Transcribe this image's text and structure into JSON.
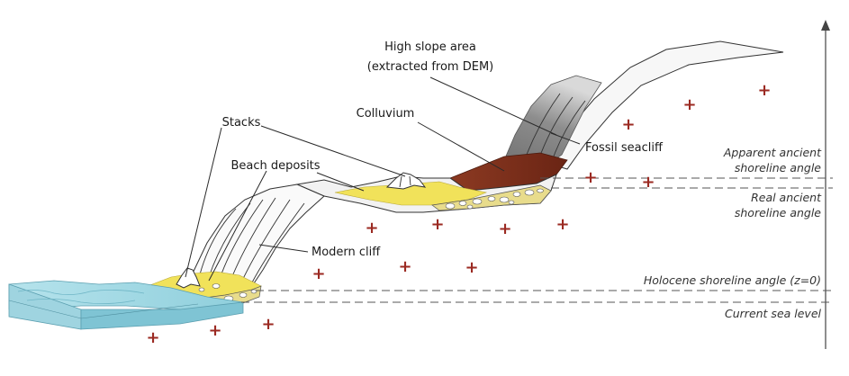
{
  "labels": {
    "high_slope_line1": "High slope area",
    "high_slope_line2": "(extracted from DEM)",
    "colluvium": "Colluvium",
    "stacks": "Stacks",
    "beach_deposits": "Beach deposits",
    "fossil_seacliff": "Fossil seacliff",
    "modern_cliff": "Modern cliff"
  },
  "levels": {
    "apparent_line1": "Apparent ancient",
    "apparent_line2": "shoreline angle",
    "real_line1": "Real ancient",
    "real_line2": "shoreline angle",
    "holocene": "Holocene shoreline angle (z=0)",
    "sea_level": "Current sea level"
  },
  "colors": {
    "sea": "#a8dbe6",
    "sea_dark": "#7fc4d4",
    "beach": "#f1e25a",
    "colluvium": "#7a2e1b",
    "high_slope": "#8a8a8a",
    "rock_marker": "#9b2a22"
  }
}
